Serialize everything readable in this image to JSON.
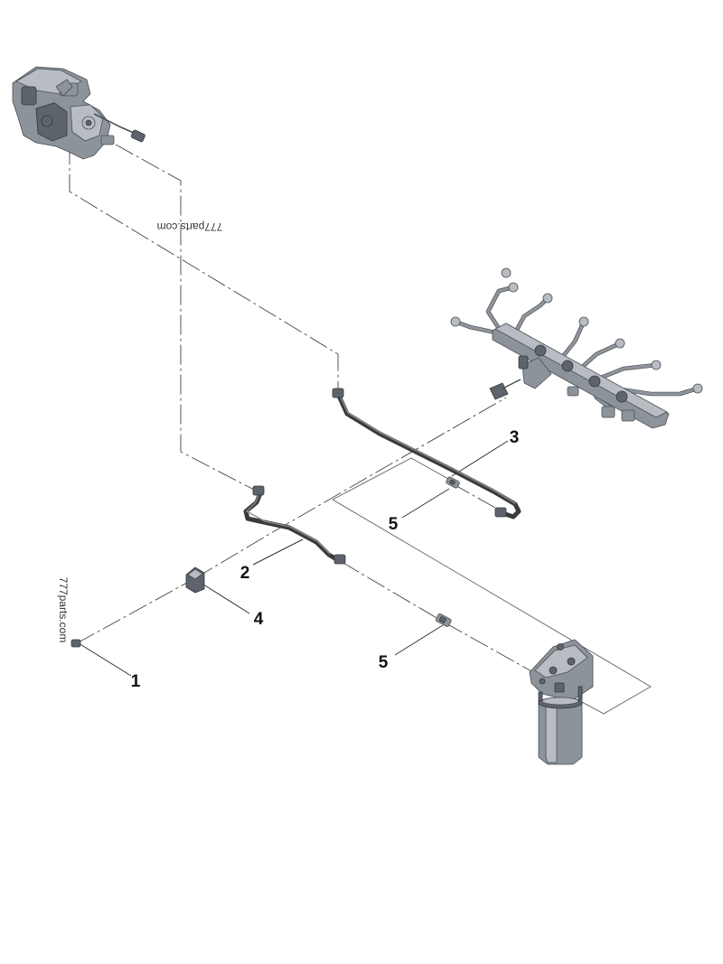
{
  "watermarks": [
    {
      "text": "777parts.com"
    },
    {
      "text": "777parts.com"
    }
  ],
  "callouts": [
    {
      "label": "1"
    },
    {
      "label": "2"
    },
    {
      "label": "3"
    },
    {
      "label": "4"
    },
    {
      "label": "5"
    },
    {
      "label": "5"
    }
  ],
  "colors": {
    "line": "#333333",
    "metal": "#8d939a",
    "pipe": "#3b3b3b"
  }
}
